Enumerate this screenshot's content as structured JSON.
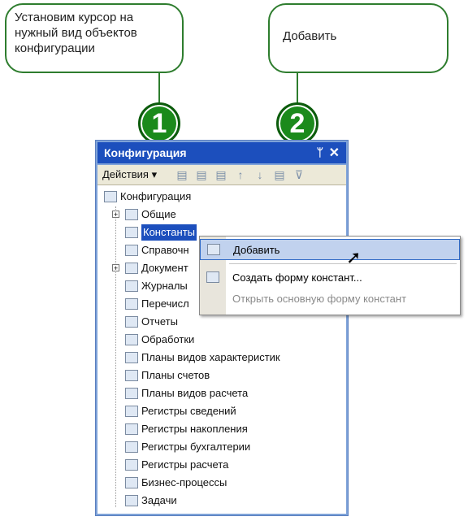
{
  "callouts": {
    "one": "Установим курсор на нужный вид объектов конфигурации",
    "two": "Добавить",
    "badge1": "1",
    "badge2": "2"
  },
  "window": {
    "title": "Конфигурация",
    "pin": "ᛘ",
    "close": "✕",
    "toolbar_actions": "Действия ▾"
  },
  "tree": {
    "items": [
      "Конфигурация",
      "Общие",
      "Константы",
      "Справочн",
      "Документ",
      "Журналы",
      "Перечисл",
      "Отчеты",
      "Обработки",
      "Планы видов характеристик",
      "Планы счетов",
      "Планы видов расчета",
      "Регистры сведений",
      "Регистры накопления",
      "Регистры бухгалтерии",
      "Регистры расчета",
      "Бизнес-процессы",
      "Задачи"
    ]
  },
  "menu": {
    "add": "Добавить",
    "create_form": "Создать форму констант...",
    "open_form": "Открыть основную форму констант"
  }
}
